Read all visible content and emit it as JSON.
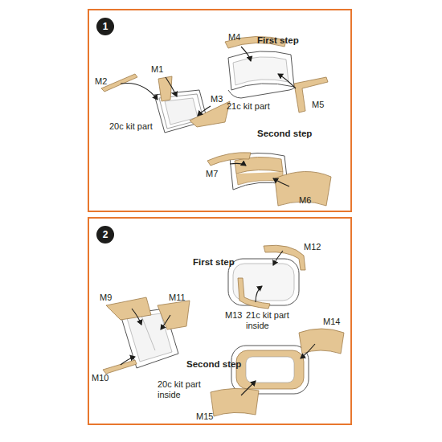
{
  "diagram": {
    "nodes": [
      {
        "text": [
          "1"
        ]
      },
      {
        "text": [
          "2"
        ]
      }
    ],
    "labels": [
      "M2",
      "M1",
      "M3",
      "20c kit part",
      "M4",
      "First step",
      "M5",
      "21c kit part",
      "Second step",
      "M7",
      "M6",
      "M12",
      "First step",
      "M9",
      "M11",
      "M13",
      "21c kit part inside",
      "M10",
      "20c kit part inside",
      "M14",
      "Second step",
      "M15"
    ]
  }
}
